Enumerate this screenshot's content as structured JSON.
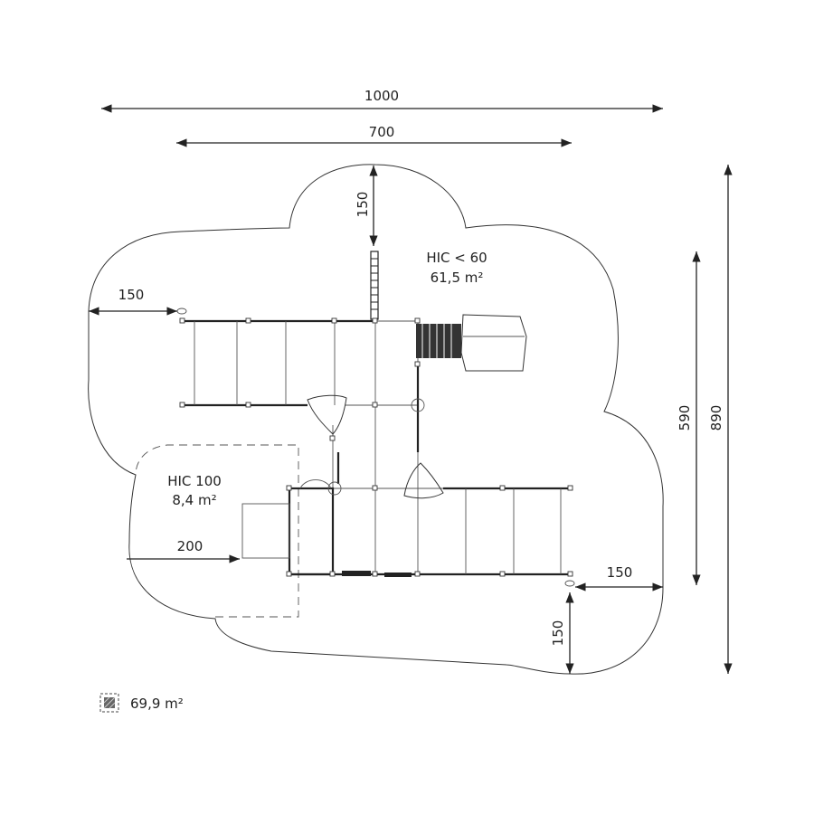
{
  "dimensions": {
    "width_total": "1000",
    "width_inner": "700",
    "top_clearance": "150",
    "left_clearance": "150",
    "right_clearance": "150",
    "bottom_clearance": "150",
    "slide_clearance": "200",
    "height_inner": "590",
    "height_total": "890"
  },
  "zones": {
    "main": {
      "hic": "HIC < 60",
      "area": "61,5 m²"
    },
    "slide": {
      "hic": "HIC 100",
      "area": "8,4 m²"
    }
  },
  "legend": {
    "icon": "hatched-square-icon",
    "total_area": "69,9 m²"
  }
}
